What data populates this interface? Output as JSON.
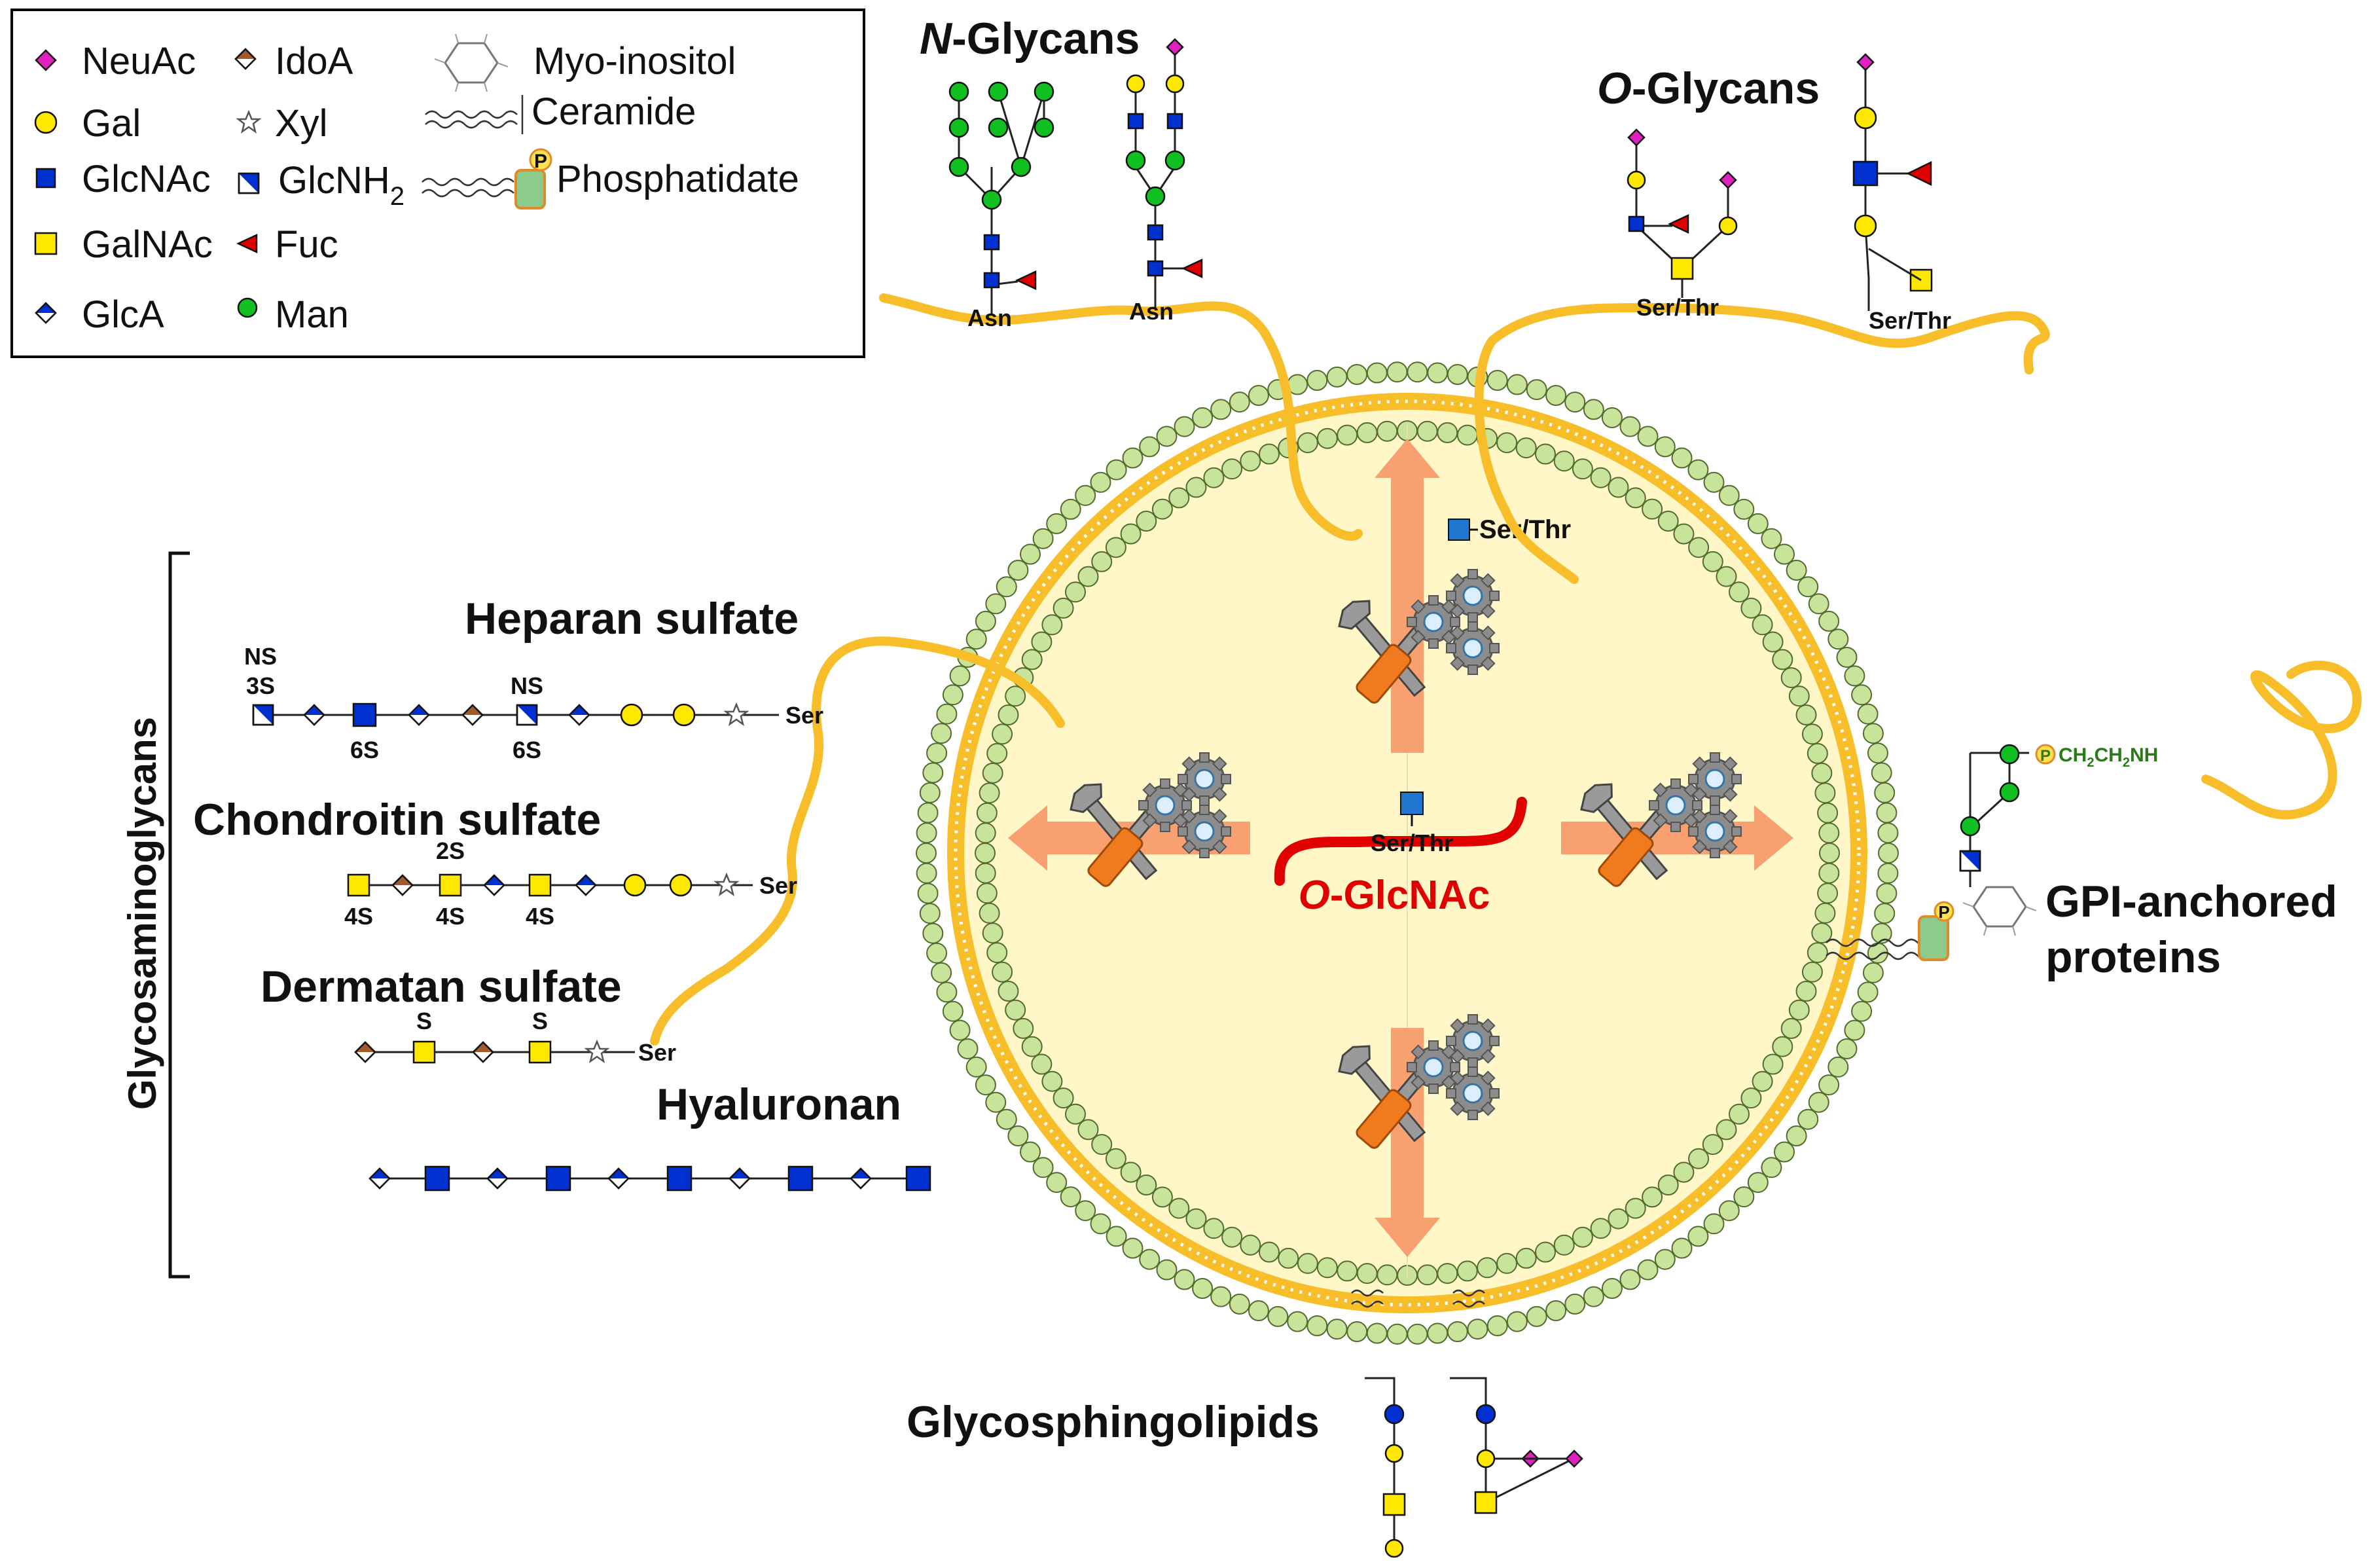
{
  "legend": {
    "items": [
      {
        "label": "NeuAc",
        "symbol": "diamond-magenta"
      },
      {
        "label": "IdoA",
        "symbol": "diamond-brown-half"
      },
      {
        "label": "Gal",
        "symbol": "circle-yellow"
      },
      {
        "label": "Xyl",
        "symbol": "star"
      },
      {
        "label": "GlcNAc",
        "symbol": "square-blue"
      },
      {
        "label": "GlcNH",
        "subscript": "2",
        "symbol": "square-blue-half"
      },
      {
        "label": "GalNAc",
        "symbol": "square-yellow"
      },
      {
        "label": "Fuc",
        "symbol": "triangle-red"
      },
      {
        "label": "GlcA",
        "symbol": "diamond-blue-half"
      },
      {
        "label": "Man",
        "symbol": "circle-green"
      },
      {
        "label": "Myo-inositol",
        "symbol": "hexagon-ring"
      },
      {
        "label": "Ceramide",
        "symbol": "wavy-lipid"
      },
      {
        "label": "Phosphatidate",
        "symbol": "phosphate-lipid"
      }
    ],
    "phosphate_letter": "P"
  },
  "n_glycans": {
    "title_italic": "N",
    "title_rest": "-Glycans",
    "residue": "Asn"
  },
  "o_glycans": {
    "title_italic": "O",
    "title_rest": "-Glycans",
    "residue": "Ser/Thr"
  },
  "gag": {
    "bracket_label": "Glycosaminoglycans",
    "heparan": {
      "title": "Heparan sulfate",
      "mods_top": [
        "NS",
        "3S",
        "NS"
      ],
      "mods_bottom": [
        "6S",
        "6S"
      ],
      "residue": "Ser"
    },
    "chondroitin": {
      "title": "Chondroitin sulfate",
      "mods_top": [
        "2S"
      ],
      "mods_bottom": [
        "4S",
        "4S",
        "4S"
      ],
      "residue": "Ser"
    },
    "dermatan": {
      "title": "Dermatan sulfate",
      "mods_top": [
        "S",
        "S"
      ],
      "residue": "Ser"
    },
    "hyaluronan": {
      "title": "Hyaluronan"
    }
  },
  "cell": {
    "membrane_residue": "Ser/Thr",
    "center_residue": "Ser/Thr",
    "center_title_italic": "O",
    "center_title_rest": "-GlcNAc"
  },
  "gpi": {
    "title_line1": "GPI-anchored",
    "title_line2": "proteins",
    "linker_text": "CH",
    "linker_sub": "2",
    "linker_end": "NH"
  },
  "gsl": {
    "title": "Glycosphingolipids"
  },
  "colors": {
    "neuac": "#E020C0",
    "gal": "#FFE800",
    "glcnac": "#0030D0",
    "galnac": "#FFE800",
    "fuc": "#E00000",
    "idoa": "#A05A2C",
    "man": "#10C020",
    "peptide": "#F7BE2A",
    "cell_fill": "#FFF7C8",
    "lipid_head": "#C8E49A",
    "arrow": "#F8A070",
    "center_red": "#E00000"
  }
}
